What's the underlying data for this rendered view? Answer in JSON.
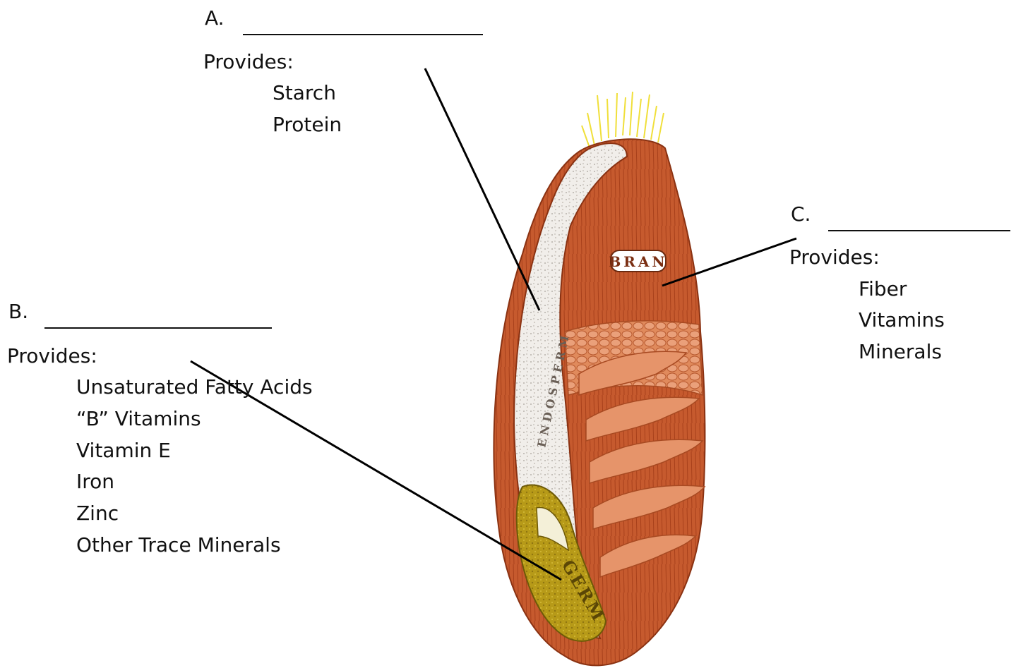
{
  "label_a": {
    "letter": "A.",
    "provides": "Provides:",
    "items": [
      "Starch",
      "Protein"
    ]
  },
  "label_b": {
    "letter": "B.",
    "provides": "Provides:",
    "items": [
      "Unsaturated Fatty Acids",
      "“B” Vitamins",
      "Vitamin E",
      "Iron",
      "Zinc",
      "Other Trace Minerals"
    ]
  },
  "label_c": {
    "letter": "C.",
    "provides": "Provides:",
    "items": [
      "Fiber",
      "Vitamins",
      "Minerals"
    ]
  },
  "kernel_labels": {
    "bran": "BRAN",
    "endosperm": "ENDOSPERM",
    "germ": "GERM"
  },
  "colors": {
    "bran": "#c4532a",
    "bran_dark": "#8e3416",
    "endosperm": "#eeeae4",
    "germ": "#b99a16",
    "bristles": "#f2e34a",
    "leader_line": "#000000"
  }
}
